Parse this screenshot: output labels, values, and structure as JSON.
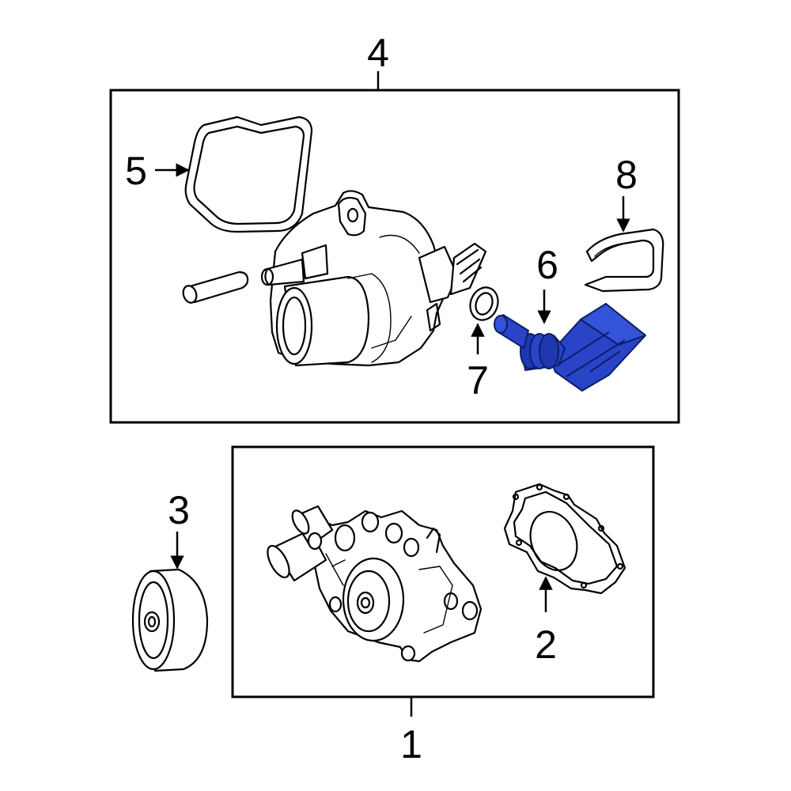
{
  "colors": {
    "line": "#000000",
    "background": "#ffffff",
    "highlight": "#2a44c8",
    "highlight_dark": "#0a1f66"
  },
  "callouts": {
    "c1": "1",
    "c2": "2",
    "c3": "3",
    "c4": "4",
    "c5": "5",
    "c6": "6",
    "c7": "7",
    "c8": "8"
  },
  "highlighted_part": "6"
}
